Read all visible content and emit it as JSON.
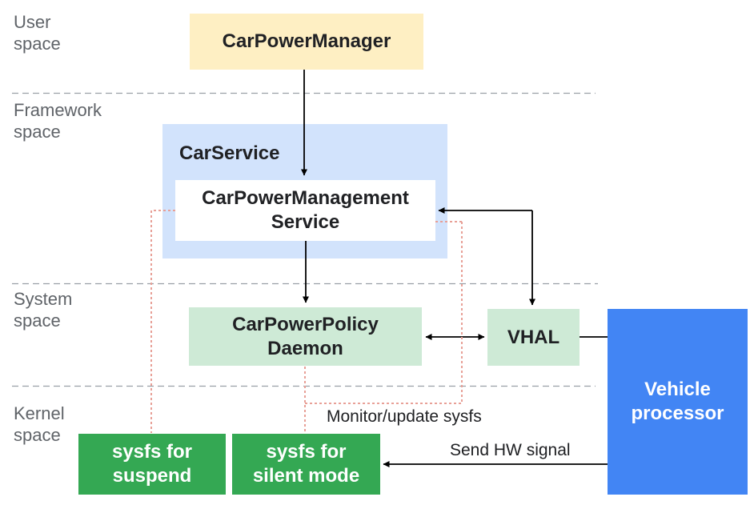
{
  "spaces": {
    "user": "User\nspace",
    "framework": "Framework\nspace",
    "system": "System\nspace",
    "kernel": "Kernel\nspace"
  },
  "nodes": {
    "car_power_manager": "CarPowerManager",
    "car_service": "CarService",
    "car_power_management_service": "CarPowerManagement\nService",
    "car_power_policy_daemon": "CarPowerPolicy\nDaemon",
    "vhal": "VHAL",
    "vehicle_processor": "Vehicle\nprocessor",
    "sysfs_suspend": "sysfs for\nsuspend",
    "sysfs_silent_mode": "sysfs for\nsilent mode"
  },
  "edge_labels": {
    "monitor_update_sysfs": "Monitor/update sysfs",
    "send_hw_signal": "Send HW signal"
  },
  "colors": {
    "user_box_bg": "#feefc3",
    "framework_container_bg": "#d2e3fc",
    "system_box_bg": "#ceead6",
    "kernel_box_bg": "#34a853",
    "vehicle_processor_bg": "#4285f4",
    "divider": "#9aa0a6",
    "dotted_link": "#e8a097",
    "space_label_text": "#5f6368",
    "arrow": "#000000"
  }
}
